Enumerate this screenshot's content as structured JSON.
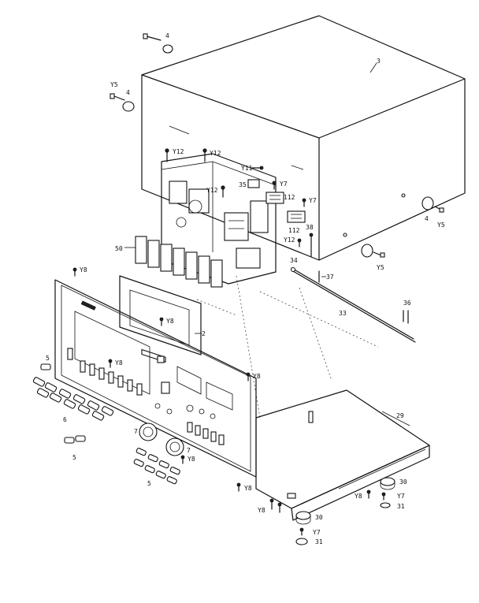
{
  "callouts": {
    "c3": "3",
    "c4a": "4",
    "c4b": "4",
    "c4c": "4",
    "y5a": "Y5",
    "y5b": "Y5",
    "y5c": "Y5",
    "y12a": "Y12",
    "y12b": "Y12",
    "y12c": "Y12",
    "y12d": "Y12",
    "y11": "Y11",
    "c35": "35",
    "y7a": "Y7",
    "y7b": "Y7",
    "y7c": "Y7",
    "y7d": "Y7",
    "c112a": "112",
    "c112b": "112",
    "c38": "38",
    "c50": "50",
    "c34": "34",
    "c37": "37",
    "c33": "33",
    "c36": "36",
    "y8a": "Y8",
    "y8b": "Y8",
    "y8c": "Y8",
    "y8d": "Y8",
    "y8e": "Y8",
    "y8f": "Y8",
    "y8g": "Y8",
    "y8h": "Y8",
    "c2": "2",
    "c5a": "5",
    "c5b": "5",
    "c5c": "5",
    "c6": "6",
    "c7a": "7",
    "c7b": "7",
    "c29": "29",
    "c30a": "30",
    "c30b": "30",
    "c31a": "31",
    "c31b": "31"
  }
}
